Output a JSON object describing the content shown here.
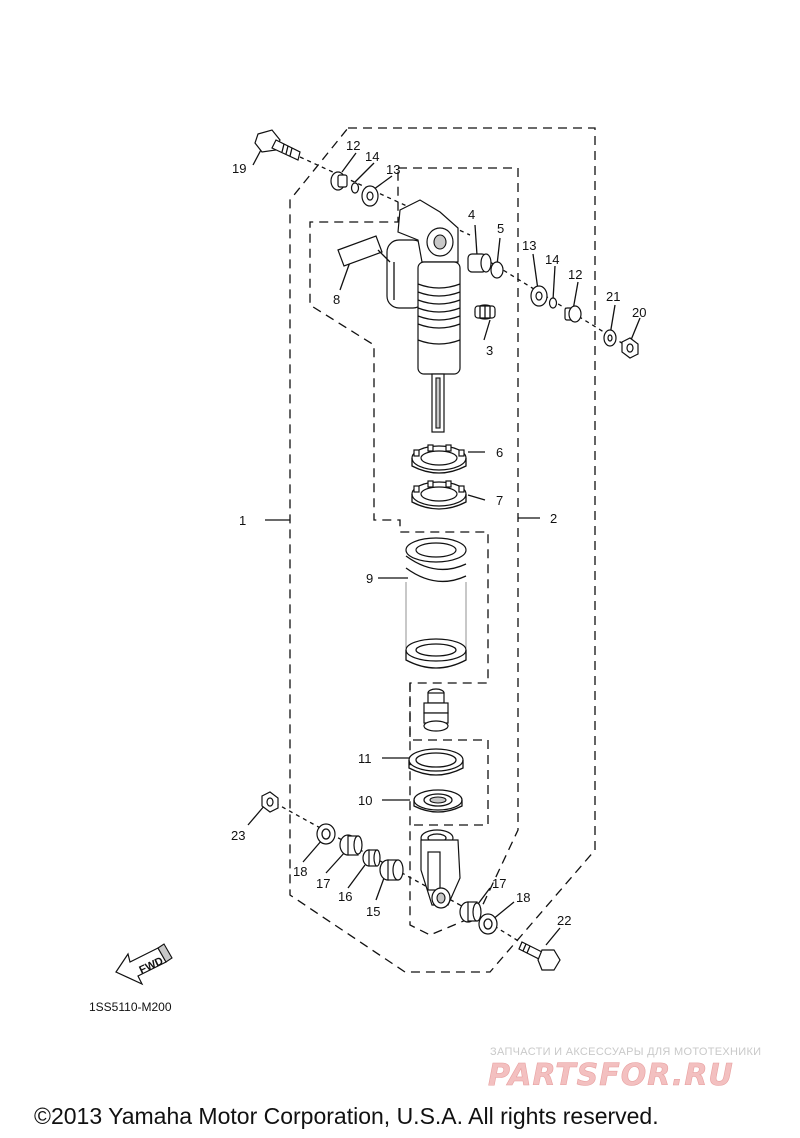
{
  "diagram": {
    "callouts": {
      "c1": "1",
      "c2": "2",
      "c3": "3",
      "c4": "4",
      "c5": "5",
      "c6": "6",
      "c7": "7",
      "c8": "8",
      "c9": "9",
      "c10": "10",
      "c11": "11",
      "c12a": "12",
      "c12b": "12",
      "c13a": "13",
      "c13b": "13",
      "c14a": "14",
      "c14b": "14",
      "c15": "15",
      "c16": "16",
      "c17a": "17",
      "c17b": "17",
      "c18a": "18",
      "c18b": "18",
      "c19": "19",
      "c20": "20",
      "c21": "21",
      "c22": "22",
      "c23": "23"
    },
    "fwd_label": "FWD",
    "drawing_code": "1SS5110-M200"
  },
  "watermark": {
    "tagline": "ЗАПЧАСТИ И АКСЕССУАРЫ ДЛЯ МОТОТЕХНИКИ",
    "logo": "PARTSFOR.RU"
  },
  "footer": {
    "copyright": "©2013 Yamaha Motor Corporation, U.S.A. All rights reserved."
  }
}
